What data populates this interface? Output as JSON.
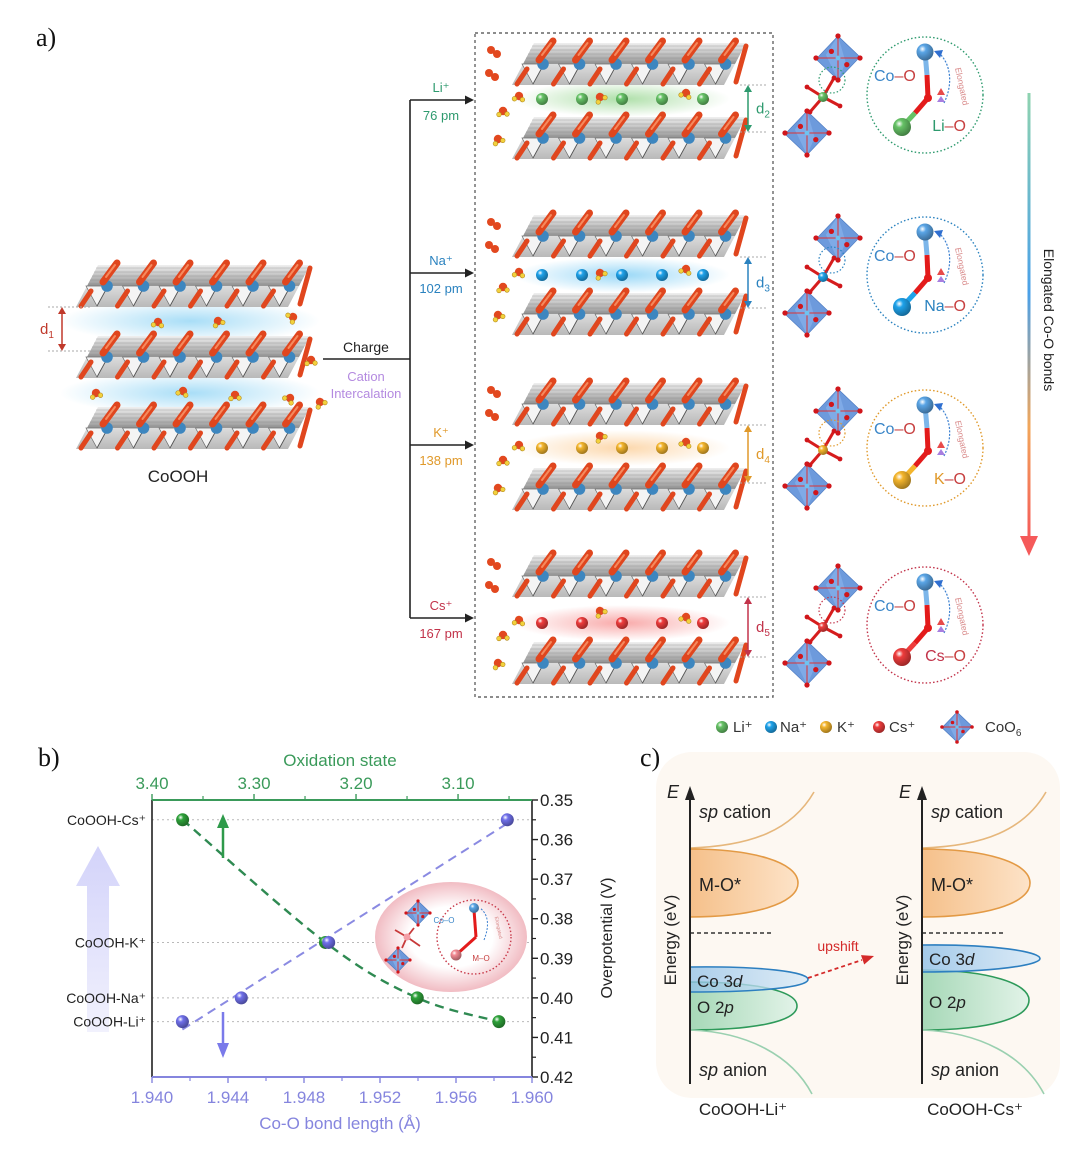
{
  "panel_a": {
    "label": "a)",
    "spacing": "d",
    "pristine": {
      "name": "CoOOH",
      "spacing_sub": "1"
    },
    "process": {
      "charge": "Charge",
      "cation": "Cation",
      "intercalation": "Intercalation"
    },
    "cations": [
      {
        "label": "Li⁺",
        "radius": "76 pm",
        "d_sub": "2",
        "bond_ion": "Li",
        "color": "#66c266",
        "text_color": "#2e9a6e",
        "glow": "#a6dca0"
      },
      {
        "label": "Na⁺",
        "radius": "102 pm",
        "d_sub": "3",
        "bond_ion": "Na",
        "color": "#1ea2ea",
        "text_color": "#2a82bf",
        "glow": "#8fd4f6"
      },
      {
        "label": "K⁺",
        "radius": "138 pm",
        "d_sub": "4",
        "bond_ion": "K",
        "color": "#f4b52c",
        "text_color": "#e0992a",
        "glow": "#fcd3a2"
      },
      {
        "label": "Cs⁺",
        "radius": "167 pm",
        "d_sub": "5",
        "bond_ion": "Cs",
        "color": "#ee3c3c",
        "text_color": "#c2334a",
        "glow": "#f8a0a0"
      }
    ],
    "bond": {
      "co": "Co",
      "o": "–O"
    },
    "elongated_tag": "Elongated",
    "trend_label": "Elongated Co-O bonds",
    "legend": {
      "ions": [
        {
          "label": "Li⁺",
          "color": "#66c266"
        },
        {
          "label": "Na⁺",
          "color": "#1ea2ea"
        },
        {
          "label": "K⁺",
          "color": "#f4b52c"
        },
        {
          "label": "Cs⁺",
          "color": "#ee3c3c"
        }
      ],
      "octahedron": {
        "label": "CoO",
        "sub": "6"
      }
    },
    "colors": {
      "d1": "#c0392b",
      "process_text": "#b48ae0",
      "oxygen": "#e0461e",
      "cobalt": "#3d86bf",
      "co_text": "#3a86c8",
      "o_text": "#c74040",
      "trend": [
        "#8fd3b0",
        "#4aa0e8",
        "#f2a65a",
        "#f55a5a"
      ]
    }
  },
  "panel_b": {
    "label": "b)",
    "inset": {
      "co_o": "Co–O",
      "m_o": "M–O",
      "elongated": "Elongated"
    },
    "colors": {
      "big_arrow": "#d6d6fb",
      "up_arrow": "#2e9a4a",
      "down_arrow": "#7a7aea",
      "inset_glow": "#f3c2c8"
    }
  },
  "panel_c": {
    "label": "c)",
    "axis_symbol": "E",
    "axis_label": "Energy (eV)",
    "sp": "sp",
    "cation_band": "cation",
    "anion_band": "anion",
    "mo_band": "M-O*",
    "co3d": {
      "main": "Co 3",
      "orbital": "d"
    },
    "o2p": {
      "main": "O 2",
      "orbital": "p"
    },
    "shift_label": "upshift",
    "diagrams": [
      {
        "title": "CoOOH-Li⁺"
      },
      {
        "title": "CoOOH-Cs⁺"
      }
    ],
    "colors": {
      "background": "#fdf8f2",
      "mo": "#e39a45",
      "co3d": "#2d7fc0",
      "o2p": "#2e9a5a",
      "shift": "#d42a2a"
    }
  },
  "chart_data": {
    "type": "scatter",
    "title": "",
    "categories": [
      "CoOOH-Cs⁺",
      "CoOOH-K⁺",
      "CoOOH-Na⁺",
      "CoOOH-Li⁺"
    ],
    "x_top": {
      "label": "Oxidation state",
      "range": [
        3.4,
        3.0275
      ],
      "ticks": [
        "3.40",
        "3.30",
        "3.20",
        "3.10"
      ],
      "color": "#3a9a5a"
    },
    "x_bottom": {
      "label": "Co-O bond length (Å)",
      "range": [
        1.94,
        1.96
      ],
      "ticks": [
        "1.940",
        "1.944",
        "1.948",
        "1.952",
        "1.956",
        "1.960"
      ],
      "color": "#8585de"
    },
    "y": {
      "label": "Overpotential (V)",
      "range": [
        0.35,
        0.42
      ],
      "inverted": true,
      "side": "right",
      "ticks": [
        "0.35",
        "0.36",
        "0.37",
        "0.38",
        "0.39",
        "0.40",
        "0.41",
        "0.42"
      ],
      "values": [
        0.355,
        0.386,
        0.4,
        0.406
      ]
    },
    "series": [
      {
        "axis": "top",
        "color": "#2ea23a",
        "x": [
          3.37,
          3.23,
          3.14,
          3.06
        ],
        "y": [
          0.355,
          0.386,
          0.4,
          0.406
        ]
      },
      {
        "axis": "bottom",
        "color": "#7070ea",
        "x": [
          1.9587,
          1.9493,
          1.9447,
          1.9416
        ],
        "y": [
          0.355,
          0.386,
          0.4,
          0.406
        ]
      }
    ],
    "grid": false,
    "legend": "none"
  }
}
